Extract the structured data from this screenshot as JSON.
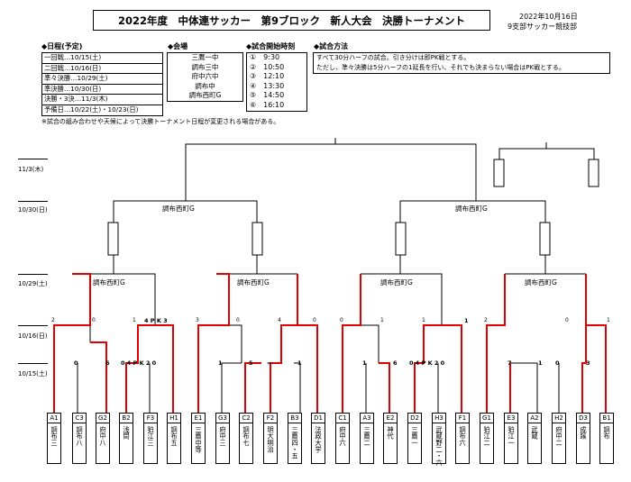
{
  "title": "2022年度　中体連サッカー　第9ブロック　新人大会　決勝トーナメント",
  "header_right": {
    "date": "2022年10月16日",
    "org": "9支部サッカー競技部"
  },
  "schedule": {
    "title": "◆日程(予定)",
    "rows": [
      "一回戦…10/15(土)",
      "二回戦…10/16(日)",
      "準々決勝…10/29(土)",
      "準決勝…10/30(日)",
      "決勝・3決…11/3(木)",
      "予備日…10/22(土)・10/23(日)"
    ]
  },
  "venues": {
    "title": "◆会場",
    "rows": [
      "三鷹一中",
      "調布三中",
      "府中六中",
      "調布中",
      "調布西町G"
    ]
  },
  "start_times": {
    "title": "◆試合開始時刻",
    "rows": [
      "①　9:30",
      "②　10:50",
      "③　12:10",
      "④　13:30",
      "⑤　14:50",
      "⑥　16:10"
    ]
  },
  "match_method": {
    "title": "◆試合方法",
    "lines": [
      "すべて30分ハーフの試合。引き分けは即PK戦とする。",
      "ただし、準々決勝は5分ハーフの1延長を行い、それでも決まらない場合はPK戦とする。"
    ]
  },
  "note": "※試合の組み合わせや天候によって決勝トーナメント日程が変更される場合がある。",
  "dates": [
    "11/3(木)",
    "10/30(日)",
    "10/29(土)",
    "10/16(日)",
    "10/15(土)"
  ],
  "venue_labels": {
    "final_left": "調布西町G",
    "final_right": "調布西町G",
    "qf1": "調布西町G",
    "qf2": "調布西町G",
    "qf3": "調布西町G",
    "qf4": "調布西町G"
  },
  "scores_r2": [
    "2",
    "0",
    "1",
    "4 P K 3",
    "3",
    "0",
    "4",
    "0",
    "0",
    "1",
    "1",
    "1",
    "2",
    "0",
    "1"
  ],
  "scores_r1": [
    "0",
    "6",
    "0 4 P K 2 0",
    "1",
    "5",
    "=",
    "1",
    "1",
    "6",
    "0 4 P K 2 0",
    "7",
    "1",
    "0",
    "3"
  ],
  "teams": [
    {
      "code": "A1",
      "name": "調布三"
    },
    {
      "code": "C3",
      "name": "調布八"
    },
    {
      "code": "G2",
      "name": "府中八"
    },
    {
      "code": "B2",
      "name": "浅間"
    },
    {
      "code": "F3",
      "name": "狛江三"
    },
    {
      "code": "H1",
      "name": "調布五"
    },
    {
      "code": "E1",
      "name": "三鷹中等"
    },
    {
      "code": "G3",
      "name": "府中三"
    },
    {
      "code": "C2",
      "name": "調布七"
    },
    {
      "code": "F2",
      "name": "明大明治"
    },
    {
      "code": "B3",
      "name": "三鷹四・五"
    },
    {
      "code": "D1",
      "name": "法政大学"
    },
    {
      "code": "C1",
      "name": "府中六"
    },
    {
      "code": "A3",
      "name": "三鷹二"
    },
    {
      "code": "E2",
      "name": "神代"
    },
    {
      "code": "D2",
      "name": "三鷹一"
    },
    {
      "code": "H3",
      "name": "武蔵野二・六"
    },
    {
      "code": "F1",
      "name": "調布六"
    },
    {
      "code": "G1",
      "name": "狛江二"
    },
    {
      "code": "E3",
      "name": "狛江一"
    },
    {
      "code": "A2",
      "name": "武蔵"
    },
    {
      "code": "H2",
      "name": "府中二"
    },
    {
      "code": "D3",
      "name": "成蹊"
    },
    {
      "code": "B1",
      "name": "調布"
    }
  ],
  "colors": {
    "winner_line": "#e00000",
    "line": "#000000"
  }
}
